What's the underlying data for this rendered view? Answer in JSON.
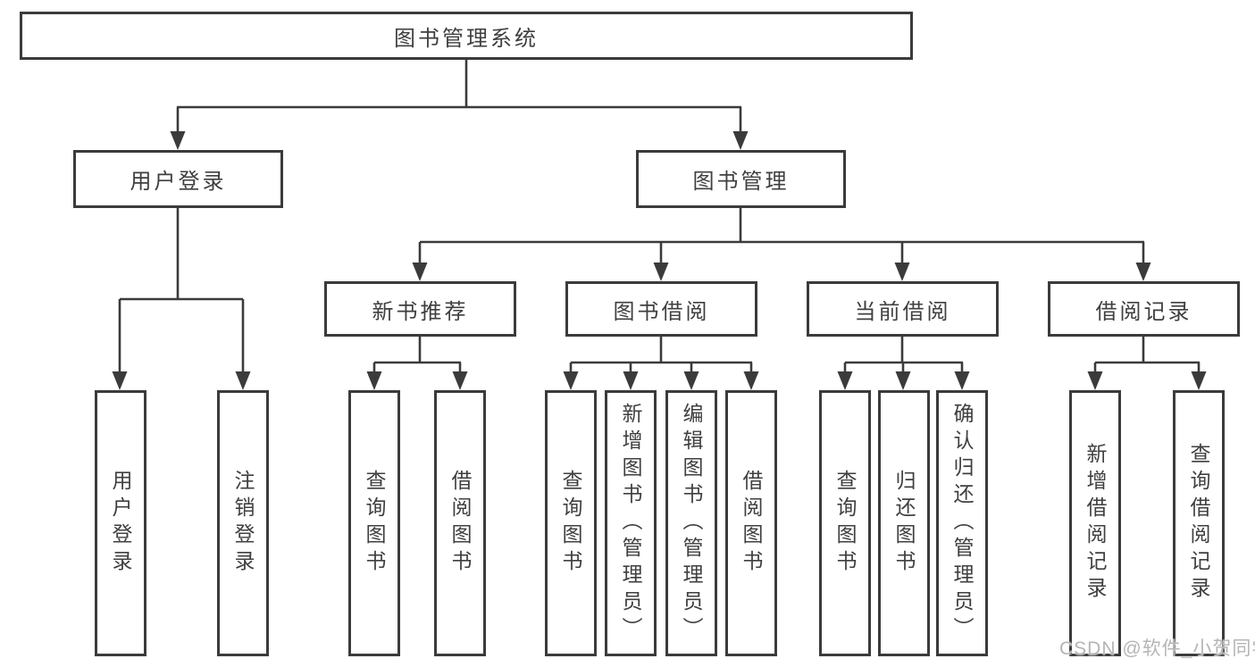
{
  "diagram": {
    "root": "图书管理系统",
    "level2": [
      {
        "label": "用户登录"
      },
      {
        "label": "图书管理"
      }
    ],
    "level3": [
      {
        "label": "新书推荐"
      },
      {
        "label": "图书借阅"
      },
      {
        "label": "当前借阅"
      },
      {
        "label": "借阅记录"
      }
    ],
    "leaves": {
      "user_login": [
        "用户登录",
        "注销登录"
      ],
      "new_book": [
        "查询图书",
        "借阅图书"
      ],
      "book_borrow": [
        "查询图书",
        "新增图书（管理员）",
        "编辑图书（管理员）",
        "借阅图书"
      ],
      "current_borrow": [
        "查询图书",
        "归还图书",
        "确认归还（管理员）"
      ],
      "borrow_records": [
        "新增借阅记录",
        "查询借阅记录"
      ]
    }
  },
  "watermark": {
    "text": "CSDN @软件_小贺同学"
  },
  "colors": {
    "line": "#3b3b3b",
    "text": "#3f3f3f",
    "watermark": "#b5b5b5",
    "background": "#ffffff"
  }
}
